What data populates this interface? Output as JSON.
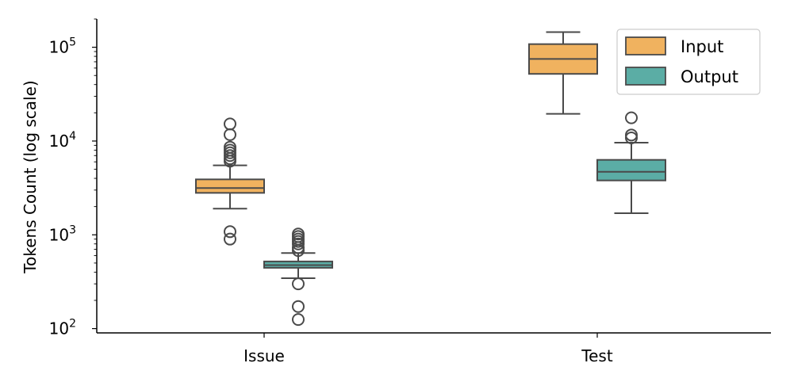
{
  "chart_data": {
    "type": "box",
    "title": "",
    "xlabel": "",
    "ylabel": "Tokens Count (log scale)",
    "yscale": "log",
    "ylim": [
      90,
      200000
    ],
    "categories": [
      "Issue",
      "Test"
    ],
    "yticks": [
      {
        "value": 100,
        "base": "10",
        "exp": "2"
      },
      {
        "value": 1000,
        "base": "10",
        "exp": "3"
      },
      {
        "value": 10000,
        "base": "10",
        "exp": "4"
      },
      {
        "value": 100000,
        "base": "10",
        "exp": "5"
      }
    ],
    "grid": false,
    "legend": {
      "position": "top-right"
    },
    "series": [
      {
        "name": "Input",
        "color": "#F0B25F",
        "boxes": [
          {
            "category": "Issue",
            "whisker_low": 1900,
            "q1": 2800,
            "median": 3150,
            "q3": 3900,
            "whisker_high": 5500,
            "outliers": [
              900,
              1080,
              6100,
              6500,
              7000,
              7500,
              8000,
              8600,
              11700,
              15200
            ]
          },
          {
            "category": "Test",
            "whisker_low": 19500,
            "q1": 52000,
            "median": 75000,
            "q3": 108000,
            "whisker_high": 145000,
            "outliers": []
          }
        ]
      },
      {
        "name": "Output",
        "color": "#5BADA5",
        "boxes": [
          {
            "category": "Issue",
            "whisker_low": 345,
            "q1": 445,
            "median": 475,
            "q3": 520,
            "whisker_high": 640,
            "outliers": [
              125,
              172,
              300,
              680,
              730,
              800,
              850,
              900,
              960,
              1020
            ]
          },
          {
            "category": "Test",
            "whisker_low": 1700,
            "q1": 3800,
            "median": 4700,
            "q3": 6300,
            "whisker_high": 9600,
            "outliers": [
              10800,
              11600,
              17700
            ]
          }
        ]
      }
    ]
  }
}
